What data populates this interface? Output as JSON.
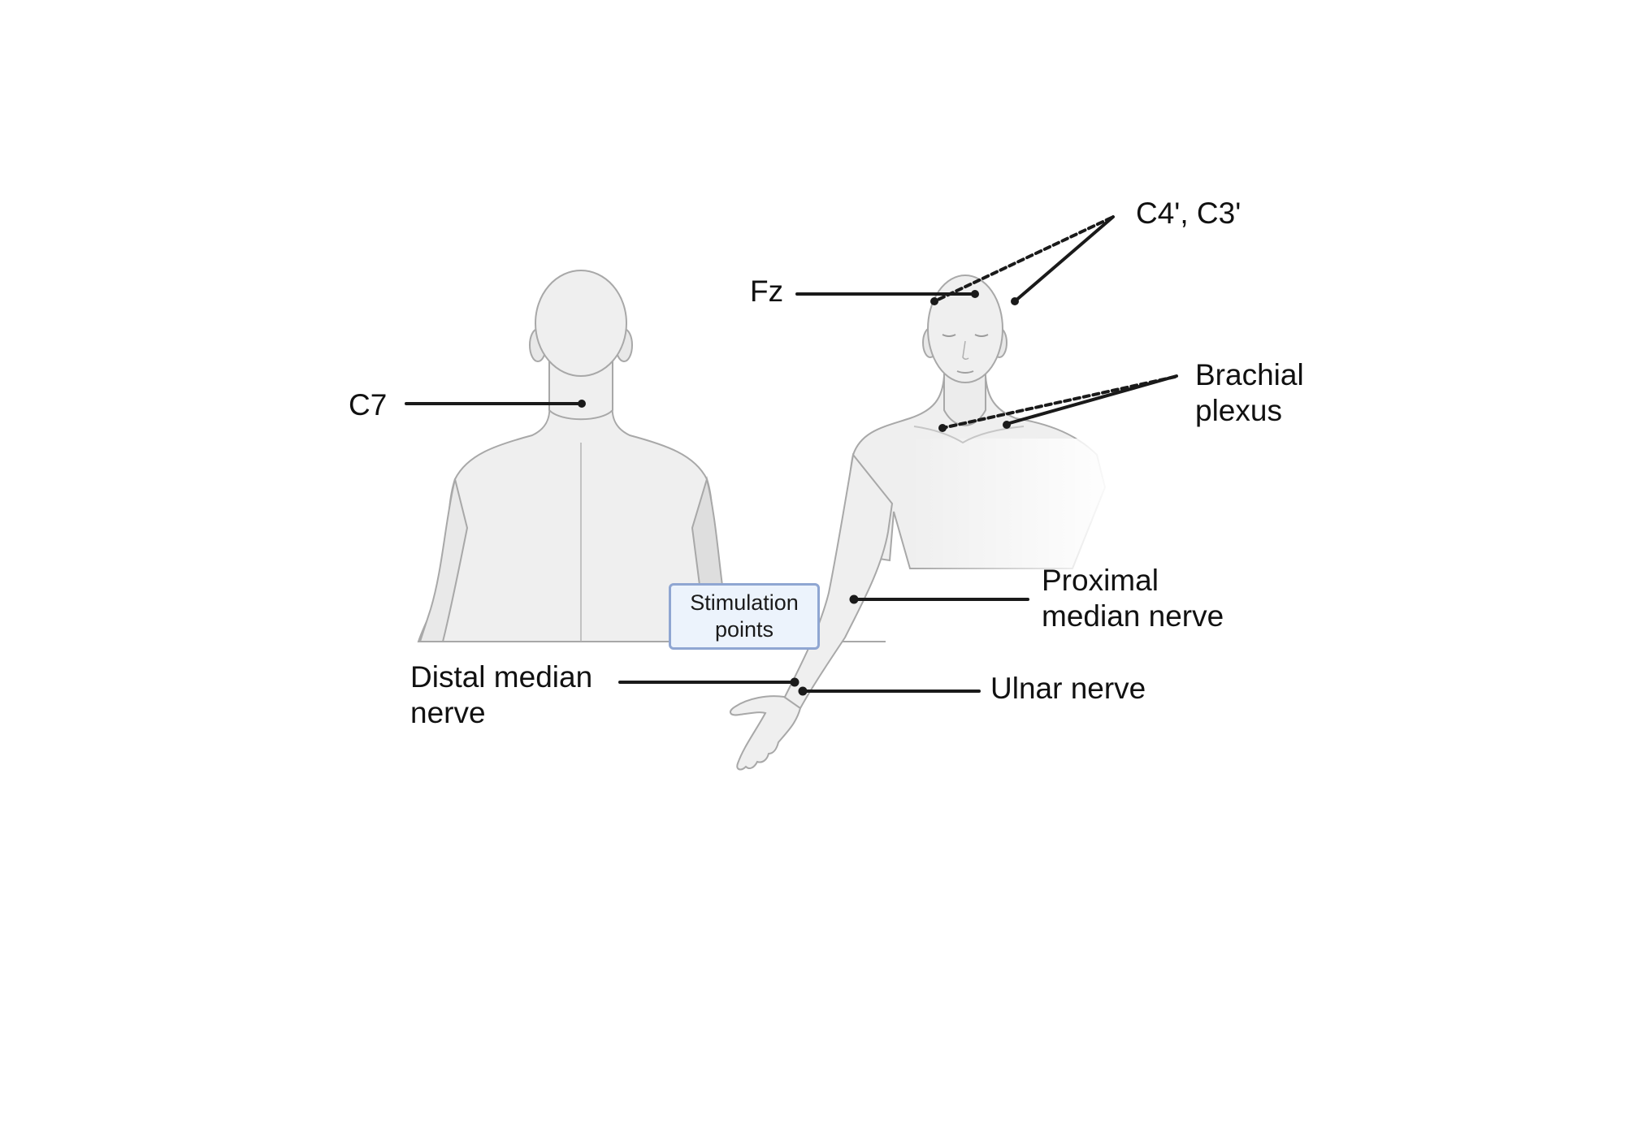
{
  "labels": {
    "c4_c3": "C4', C3'",
    "fz": "Fz",
    "c7": "C7",
    "brachial_plexus": "Brachial\nplexus",
    "proximal_median": "Proximal\nmedian nerve",
    "distal_median": "Distal median\nnerve",
    "ulnar": "Ulnar nerve"
  },
  "legend": {
    "text": "Stimulation\npoints"
  },
  "figures": {
    "back_view": "back-figure",
    "front_view": "front-figure"
  },
  "colors": {
    "skin": "#efefef",
    "skin_shadow": "#dcdcdc",
    "outline": "#a8a8a8",
    "leader_line": "#1a1a1a",
    "legend_fill": "#ecf3fc",
    "legend_border": "#8fa6d2"
  }
}
